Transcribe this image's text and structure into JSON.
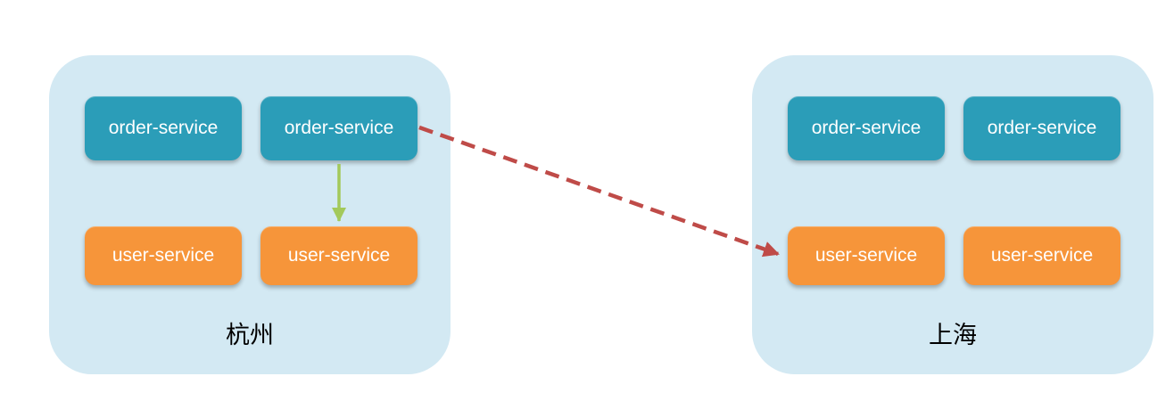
{
  "diagram": {
    "regions": [
      {
        "name": "hangzhou",
        "label": "杭州",
        "order_services": [
          "order-service",
          "order-service"
        ],
        "user_services": [
          "user-service",
          "user-service"
        ]
      },
      {
        "name": "shanghai",
        "label": "上海",
        "order_services": [
          "order-service",
          "order-service"
        ],
        "user_services": [
          "user-service",
          "user-service"
        ]
      }
    ],
    "edges": [
      {
        "name": "local-call",
        "from": "hangzhou / order-service (right)",
        "to": "hangzhou / user-service (right)",
        "style": "solid",
        "color": "#a3c95b"
      },
      {
        "name": "cross-region-call",
        "from": "hangzhou / order-service (right)",
        "to": "shanghai / user-service (left)",
        "style": "dashed",
        "color": "#bf4b48"
      }
    ]
  },
  "colors": {
    "region_bg": "#d3e9f3",
    "order_box": "#2b9db8",
    "user_box": "#f6953a",
    "green_arrow": "#a3c95b",
    "red_arrow": "#bf4b48",
    "box_text": "#ffffff",
    "label_text": "#000000"
  }
}
